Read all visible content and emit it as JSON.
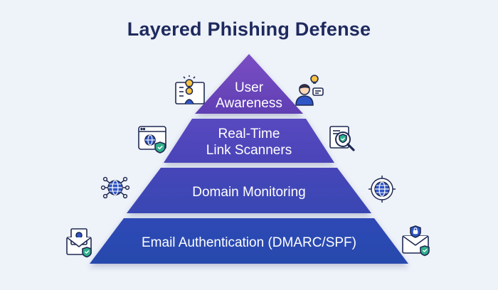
{
  "title": "Layered Phishing Defense",
  "tiers": [
    {
      "lines": [
        "User",
        "Awareness"
      ],
      "color_top": "#7a4ec4",
      "color_bottom": "#5f3fb3"
    },
    {
      "lines": [
        "Real-Time",
        "Link Scanners"
      ],
      "color_top": "#5848bf",
      "color_bottom": "#4a44b8"
    },
    {
      "lines": [
        "Domain Monitoring"
      ],
      "color_top": "#4645b8",
      "color_bottom": "#3947b3"
    },
    {
      "lines": [
        "Email Authentication (DMARC/SPF)"
      ],
      "color_top": "#2f4ab5",
      "color_bottom": "#2748ad"
    }
  ],
  "icons": {
    "left": [
      "presentation-lightbulb-icon",
      "browser-shield-icon",
      "globe-network-icon",
      "email-certificate-shield-icon"
    ],
    "right": [
      "user-idea-chat-icon",
      "magnifier-shield-icon",
      "globe-target-icon",
      "email-lock-shield-icon"
    ]
  },
  "colors": {
    "background": "#eef2f9",
    "title": "#1e2a5e",
    "icon_blue": "#2f55c6",
    "icon_outline": "#1f2a52",
    "shield_green": "#2fb08a",
    "bulb_yellow": "#f6c343"
  }
}
